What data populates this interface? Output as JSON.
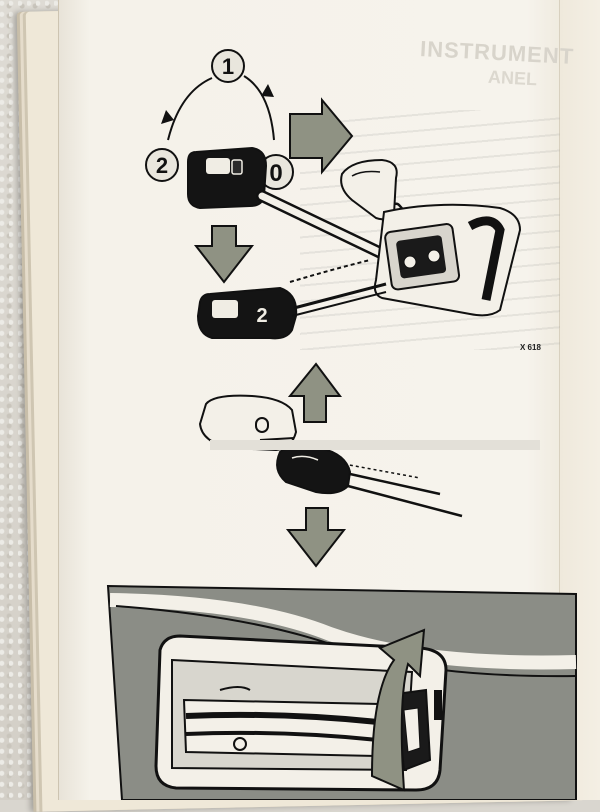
{
  "document": {
    "heading": "INSTRUMENT",
    "heading_part2": "ANEL",
    "figure_code": "X 618"
  },
  "switch_positions": {
    "top": "1",
    "left": "2",
    "right": "0",
    "lever_label": "2"
  },
  "colors": {
    "arrow_fill": "#8f9283",
    "panel_fill": "#8b8d86",
    "ink": "#111111",
    "paper": "#f5f2ea"
  }
}
